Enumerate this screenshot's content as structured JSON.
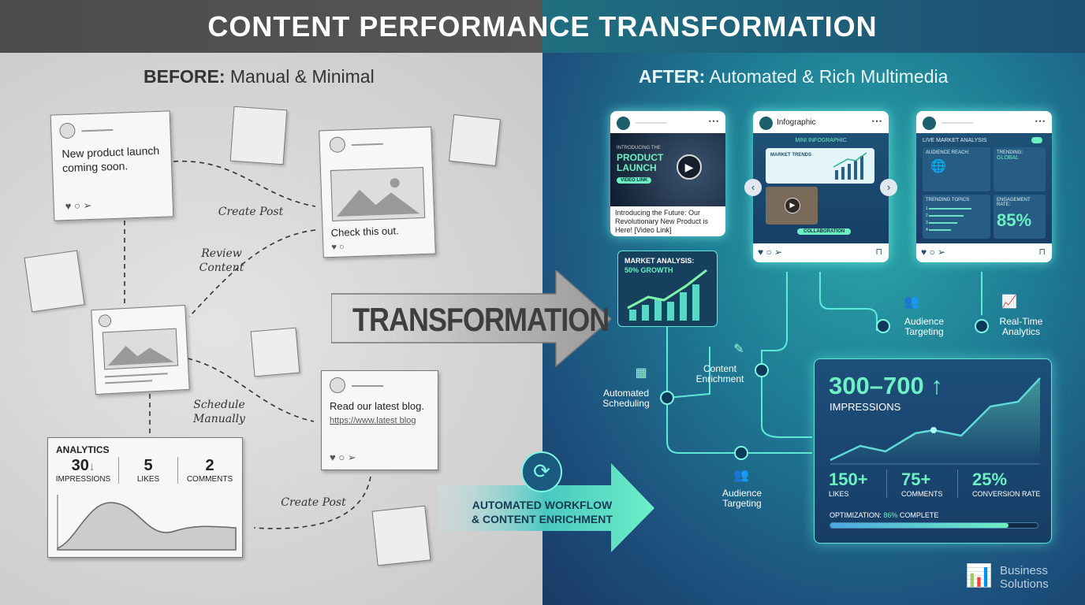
{
  "title": "CONTENT PERFORMANCE TRANSFORMATION",
  "before": {
    "heading_bold": "BEFORE:",
    "heading_rest": "Manual & Minimal",
    "post1": "New product launch coming soon.",
    "post2": "Check this out.",
    "post3": "Read our latest blog.",
    "post3_link": "https://www.latest blog",
    "steps": [
      "Create Post",
      "Review Content",
      "Schedule Manually",
      "Create Post"
    ],
    "analytics": {
      "title": "ANALYTICS",
      "metrics": [
        {
          "value": "30",
          "label": "IMPRESSIONS",
          "arrow": "↓"
        },
        {
          "value": "5",
          "label": "LIKES"
        },
        {
          "value": "2",
          "label": "COMMENTS"
        }
      ]
    }
  },
  "transformation": "TRANSFORMATION",
  "workflow": {
    "line1": "AUTOMATED WORKFLOW",
    "line2": "& CONTENT ENRICHMENT"
  },
  "after": {
    "heading_bold": "AFTER:",
    "heading_rest": "Automated & Rich Multimedia",
    "card1": {
      "overlay_small": "INTRODUCING THE",
      "overlay_big1": "PRODUCT",
      "overlay_big2": "LAUNCH",
      "badge": "VIDEO LINK",
      "caption": "Introducing the Future: Our Revolutionary New Product is Here! [Video Link]"
    },
    "card2": {
      "name": "Infographic",
      "subtitle": "MINI INFOGRAPHIC",
      "panel": "MARKET TRENDS",
      "button": "COLLABORATION"
    },
    "card3": {
      "title": "LIVE MARKET ANALYSIS",
      "reach": "AUDIENCE REACH:",
      "trending": "TRENDING:",
      "trending_value": "GLOBAL",
      "topics": "TRENDING TOPICS",
      "topic_nums": [
        "1",
        "2",
        "3",
        "4"
      ],
      "engagement": "ENGAGEMENT RATE:",
      "engagement_value": "85%"
    },
    "market": {
      "line1": "MARKET ANALYSIS:",
      "line2": "50% GROWTH"
    },
    "features": [
      {
        "label": "Audience Targeting"
      },
      {
        "label": "Real-Time Analytics"
      },
      {
        "label": "Content Enrichment"
      },
      {
        "label": "Automated Scheduling"
      },
      {
        "label": "Audience Targeting"
      }
    ],
    "panel": {
      "range": "300–700",
      "arrow": "↑",
      "impressions": "IMPRESSIONS",
      "metrics": [
        {
          "value": "150+",
          "label": "LIKES"
        },
        {
          "value": "75+",
          "label": "COMMENTS"
        },
        {
          "value": "25%",
          "label": "CONVERSION RATE"
        }
      ],
      "opt_prefix": "OPTIMIZATION:",
      "opt_value": "86%",
      "opt_suffix": "COMPLETE",
      "progress": 0.86
    }
  },
  "logo": {
    "line1": "Business",
    "line2": "Solutions"
  },
  "colors": {
    "accent": "#6df0c2",
    "navy": "#1a3a66",
    "teal": "#1f8a95"
  }
}
